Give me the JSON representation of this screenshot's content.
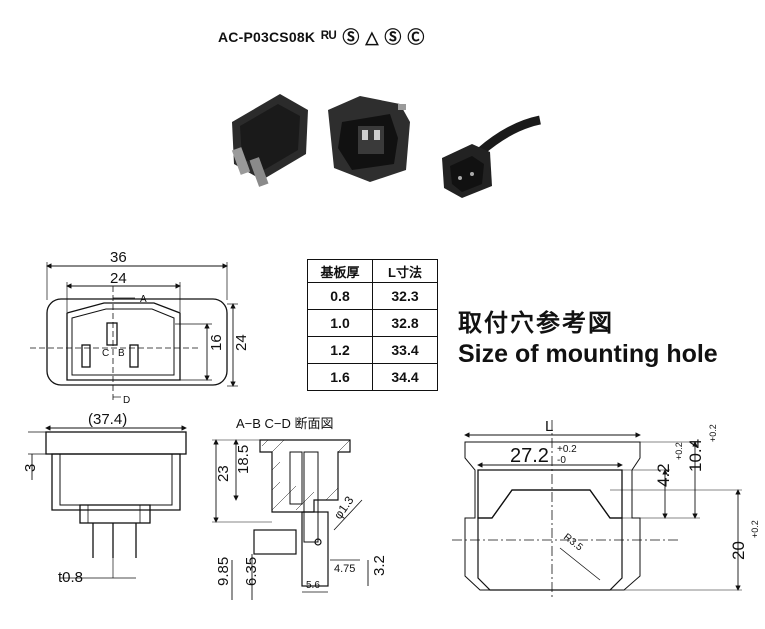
{
  "header": {
    "model": "AC-P03CS08K",
    "cert_marks": [
      {
        "name": "ul-recognized-mark-icon",
        "glyph": "ᴿᵁ"
      },
      {
        "name": "csa-mark-icon",
        "glyph": "Ⓢ"
      },
      {
        "name": "pse-mark-icon",
        "glyph": "△"
      },
      {
        "name": "s-mark-icon",
        "glyph": "Ⓢ"
      },
      {
        "name": "ccc-mark-icon",
        "glyph": "Ⓒ"
      }
    ]
  },
  "table": {
    "headers": [
      "基板厚",
      "L寸法"
    ],
    "rows": [
      [
        "0.8",
        "32.3"
      ],
      [
        "1.0",
        "32.8"
      ],
      [
        "1.2",
        "33.4"
      ],
      [
        "1.6",
        "34.4"
      ]
    ]
  },
  "mounting": {
    "title_cn": "取付穴参考図",
    "title_en": "Size of mounting hole",
    "dims": {
      "L": "L",
      "w272": "27.2",
      "tol02": "+0.2",
      "tol0": "-0",
      "h42": "4.2",
      "h104": "10.4",
      "h20": "20",
      "r": "R3.5"
    }
  },
  "front_view": {
    "dims": {
      "w36": "36",
      "w24": "24",
      "h16": "16",
      "h24": "24",
      "A": "A",
      "B": "B",
      "C": "C",
      "D": "D"
    }
  },
  "bottom_view": {
    "dims": {
      "w374": "(37.4)",
      "h3": "3",
      "t08": "t0.8"
    }
  },
  "section_view": {
    "label": "A−B  C−D 断面図",
    "dims": {
      "d185": "18.5",
      "d23": "23",
      "d13": "φ1.3",
      "d985": "9.85",
      "d635": "6.35",
      "d475": "4.75",
      "d32": "3.2",
      "d56": "5.6"
    }
  }
}
